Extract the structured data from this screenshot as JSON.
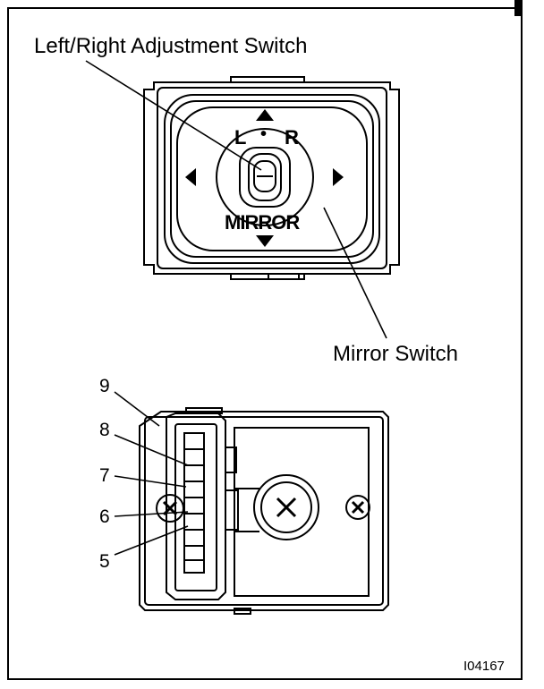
{
  "labels": {
    "adjustment_switch": "Left/Right Adjustment Switch",
    "mirror_switch": "Mirror Switch",
    "figure_code": "I04167"
  },
  "switch_face": {
    "left_letter": "L",
    "right_letter": "R",
    "dot": "•",
    "mirror_text": "MIRROR"
  },
  "pins": [
    "9",
    "8",
    "7",
    "6",
    "5"
  ]
}
